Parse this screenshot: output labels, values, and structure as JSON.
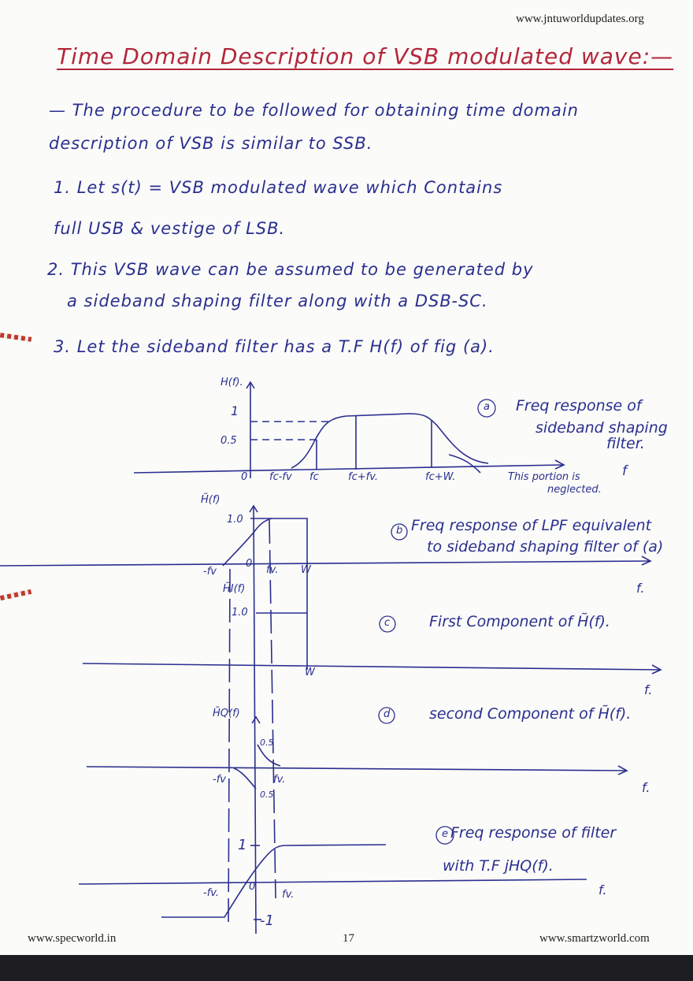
{
  "watermarks": {
    "top": "www.jntuworldupdates.org",
    "bottom_left": "www.specworld.in",
    "page_number": "17",
    "bottom_right": "www.smartzworld.com"
  },
  "title": "Time Domain Description of VSB modulated wave:—",
  "lines": [
    "— The procedure to be followed for obtaining time domain",
    "description of VSB is similar to SSB.",
    "1.   Let   s(t) = VSB modulated wave which Contains",
    "full USB & vestige of LSB.",
    "2.  This  VSB  wave  can  be  assumed  to  be  generated  by",
    "a  sideband  shaping  filter  along  with  a DSB-SC.",
    "3.  Let  the  sideband  filter  has  a T.F  H(f)  of  fig (a)."
  ],
  "figures": {
    "a": {
      "ylabel": "H(f).",
      "y1": "1",
      "y05": "0.5",
      "origin": "0",
      "ticks": [
        "fc-fv",
        "fc",
        "fc+fv.",
        "fc+W."
      ],
      "note": "This portion is",
      "note2": "neglected.",
      "xlabel": "f",
      "marker": "a",
      "caption1": "Freq response of",
      "caption2": "sideband shaping",
      "caption3": "filter."
    },
    "b": {
      "ylabel": "H̃(f)",
      "y1": "1.0",
      "origin": "0",
      "ticks": [
        "-fv",
        "fv.",
        "W"
      ],
      "xlabel": "f.",
      "marker": "b",
      "caption1": "Freq response of LPF equivalent",
      "caption2": "to sideband shaping filter of (a)"
    },
    "c": {
      "ylabel": "H̃I(f)",
      "y1": "1.0",
      "tick": "W",
      "xlabel": "f.",
      "marker": "c",
      "caption": "First Component of H̃(f)."
    },
    "d": {
      "ylabel": "H̃Q(f)",
      "ypos": "0.5",
      "yneg": "0.5",
      "ticks": [
        "-fv",
        "fv."
      ],
      "xlabel": "f.",
      "marker": "d",
      "caption": "second Component of H̃(f)."
    },
    "e": {
      "y1": "1",
      "yneg": "-1",
      "origin": "0",
      "ticks": [
        "-fv.",
        "fv."
      ],
      "xlabel": "f.",
      "marker": "e",
      "caption1": "Freq response of filter",
      "caption2": "with T.F jHQ(f)."
    }
  },
  "colors": {
    "ink": "#2a2f8f",
    "title_ink": "#b3263a"
  }
}
